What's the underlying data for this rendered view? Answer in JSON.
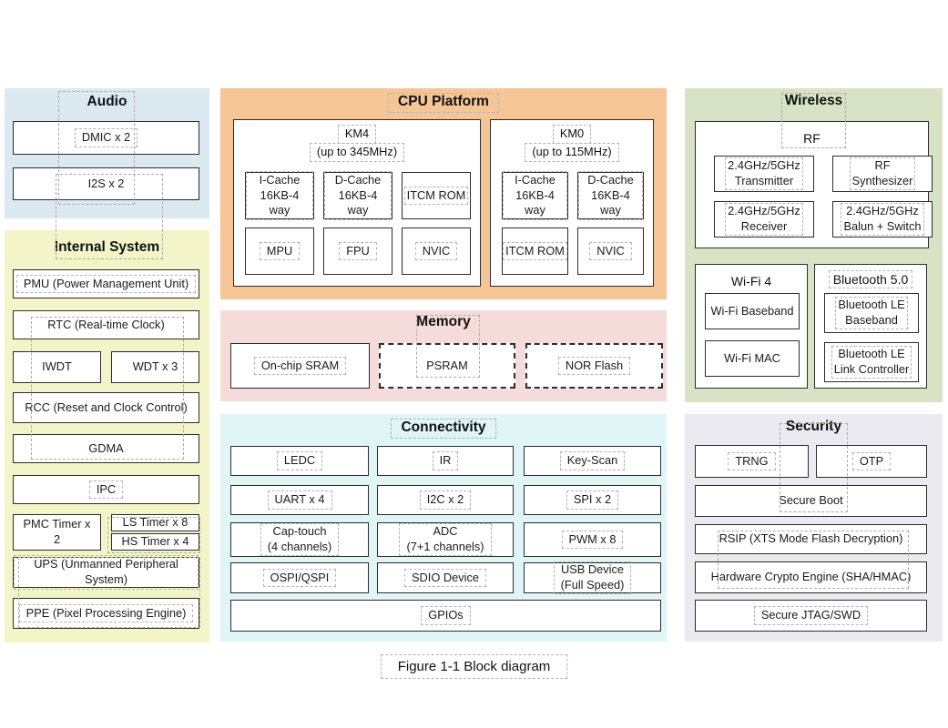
{
  "caption": "Figure 1-1 Block diagram",
  "colors": {
    "audio_bg": "#dbe9f1",
    "internal_bg": "#f3f5c9",
    "cpu_bg": "#f6c596",
    "memory_bg": "#f5dcda",
    "connectivity_bg": "#dff5f6",
    "wireless_bg": "#d8e3c5",
    "security_bg": "#eaeaf0",
    "box_border": "#2c2c2c",
    "dash_overlay": "#ababab"
  },
  "audio": {
    "title": "Audio",
    "dmic": "DMIC x 2",
    "i2s": "I2S x 2"
  },
  "internal": {
    "title": "Internal System",
    "pmu": "PMU (Power Management Unit)",
    "rtc": "RTC (Real-time Clock)",
    "iwdt": "IWDT",
    "wdt": "WDT x 3",
    "rcc": "RCC (Reset and Clock Control)",
    "gdma": "GDMA",
    "ipc": "IPC",
    "pmc_timer": "PMC Timer x 2",
    "ls_timer": "LS Timer x 8",
    "hs_timer": "HS Timer x 4",
    "ups": "UPS (Unmanned Peripheral System)",
    "ppe": "PPE (Pixel Processing Engine)"
  },
  "cpu": {
    "title": "CPU Platform",
    "km4": {
      "name": "KM4",
      "freq": "(up to 345MHz)",
      "icache": "I-Cache\n16KB-4 way",
      "dcache": "D-Cache\n16KB-4 way",
      "itcm": "ITCM ROM",
      "mpu": "MPU",
      "fpu": "FPU",
      "nvic": "NVIC"
    },
    "km0": {
      "name": "KM0",
      "freq": "(up to 115MHz)",
      "icache": "I-Cache\n16KB-4 way",
      "dcache": "D-Cache\n16KB-4 way",
      "itcm": "ITCM ROM",
      "nvic": "NVIC"
    }
  },
  "memory": {
    "title": "Memory",
    "sram": "On-chip SRAM",
    "psram": "PSRAM",
    "nor": "NOR Flash"
  },
  "connectivity": {
    "title": "Connectivity",
    "ledc": "LEDC",
    "ir": "IR",
    "keyscan": "Key-Scan",
    "uart": "UART x 4",
    "i2c": "I2C x 2",
    "spi": "SPI x 2",
    "captouch": "Cap-touch\n(4 channels)",
    "adc": "ADC\n(7+1 channels)",
    "pwm": "PWM x 8",
    "ospi": "OSPI/QSPI",
    "sdio": "SDIO Device",
    "usb": "USB Device\n(Full Speed)",
    "gpio": "GPIOs"
  },
  "wireless": {
    "title": "Wireless",
    "rf": {
      "title": "RF",
      "tx": "2.4GHz/5GHz\nTransmitter",
      "synth": "RF\nSynthesizer",
      "rx": "2.4GHz/5GHz\nReceiver",
      "balun": "2.4GHz/5GHz\nBalun + Switch"
    },
    "wifi": {
      "title": "Wi-Fi 4",
      "baseband": "Wi-Fi Baseband",
      "mac": "Wi-Fi MAC"
    },
    "bt": {
      "title": "Bluetooth 5.0",
      "baseband": "Bluetooth LE\nBaseband",
      "link": "Bluetooth LE\nLink Controller"
    }
  },
  "security": {
    "title": "Security",
    "trng": "TRNG",
    "otp": "OTP",
    "secure_boot": "Secure Boot",
    "rsip": "RSIP (XTS Mode Flash Decryption)",
    "crypto": "Hardware Crypto Engine (SHA/HMAC)",
    "jtag": "Secure JTAG/SWD"
  }
}
